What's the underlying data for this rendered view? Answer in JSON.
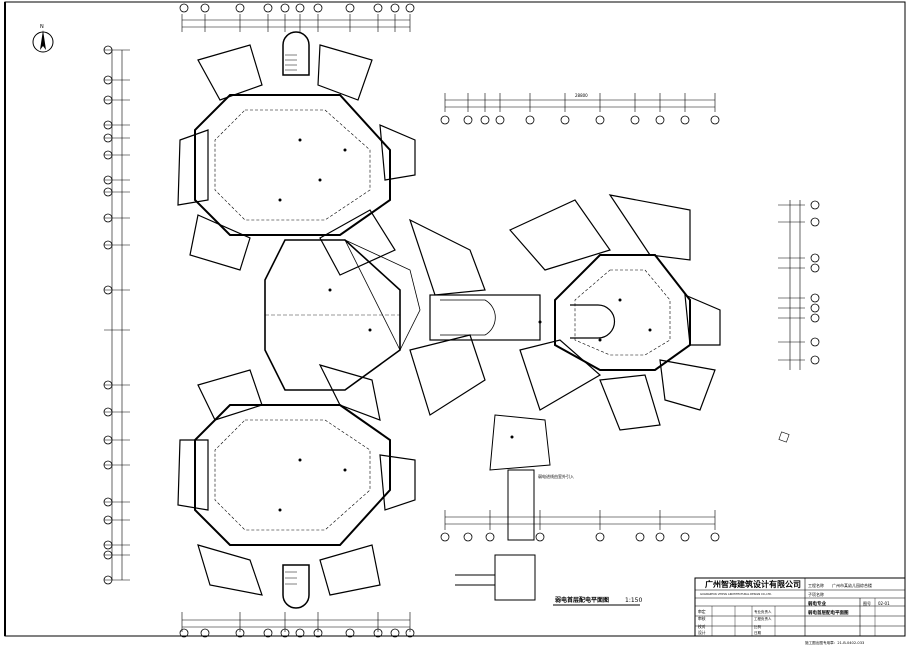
{
  "drawing": {
    "plan_title": "弱电首层配电平面图",
    "scale": "1:150"
  },
  "title_block": {
    "company_cn": "广州智海建筑设计有限公司",
    "company_en": "GUANGZHOU ZHIHAI ARCHITECTURAL DESIGN CO.,LTD.",
    "project_label": "工程名称",
    "project_name": "广州市某幼儿园综合楼",
    "sub_label": "子项名称",
    "drawing_category": "弱电专业",
    "drawing_name": "弱电首层配电平面图",
    "cert_no": "施工图出图专用章：21-B-0402-033",
    "sheet_label": "图号",
    "sheet_no": "02-01",
    "roles": [
      "审定",
      "审核",
      "校对",
      "设计"
    ],
    "fields": [
      "专业负责人",
      "工程负责人",
      "比例",
      "日期"
    ]
  },
  "annotations": {
    "north_label": "N",
    "note_1": "弱电进线由室外引入",
    "dim_total": "28800"
  }
}
